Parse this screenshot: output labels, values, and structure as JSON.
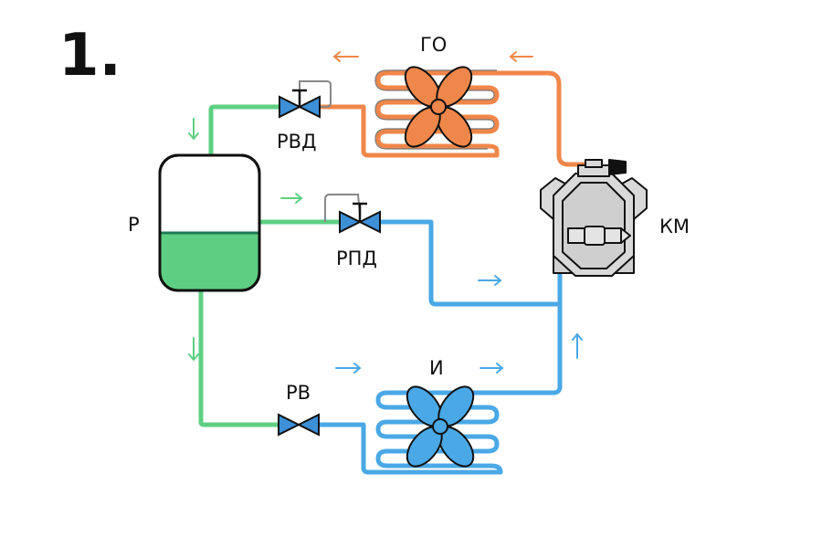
{
  "figure_number": "1.",
  "labels": {
    "condenser": "ГО",
    "high_pressure_regulator": "РВД",
    "receiver": "Р",
    "differential_pressure_regulator": "РПД",
    "compressor": "КМ",
    "expansion_valve": "РВ",
    "evaporator": "И"
  },
  "colors": {
    "liquid_line": "#5ecf82",
    "hot_gas_line": "#f0874a",
    "suction_line": "#4aa8e6",
    "valve_blue": "#3d8fd6",
    "outline": "#111111",
    "compressor_gray": "#d9d9d9",
    "receiver_fill": "#5ecf82"
  },
  "icons": {
    "condenser": "fan-coil-icon",
    "evaporator": "fan-coil-icon",
    "compressor": "compressor-icon",
    "receiver": "tank-icon",
    "valves": "valve-icon"
  }
}
